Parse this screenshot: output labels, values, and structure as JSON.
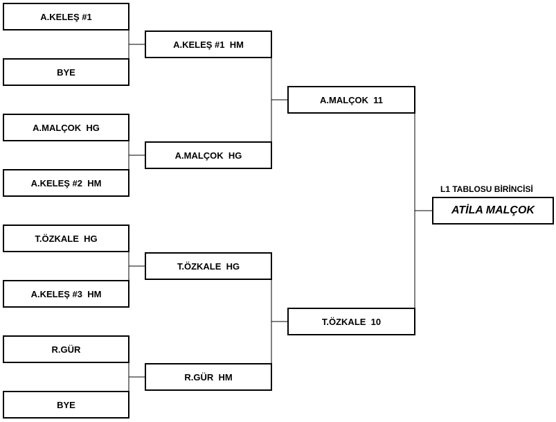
{
  "round1": [
    "A.KELEŞ #1",
    "BYE",
    "A.MALÇOK  HG",
    "A.KELEŞ #2  HM",
    "T.ÖZKALE  HG",
    "A.KELEŞ #3  HM",
    "R.GÜR",
    "BYE"
  ],
  "round2": [
    "A.KELEŞ #1  HM",
    "A.MALÇOK  HG",
    "T.ÖZKALE  HG",
    "R.GÜR  HM"
  ],
  "round3": [
    "A.MALÇOK  11",
    "T.ÖZKALE  10"
  ],
  "champion": {
    "caption": "L1 TABLOSU BİRİNCİSİ",
    "name": "ATİLA MALÇOK"
  }
}
